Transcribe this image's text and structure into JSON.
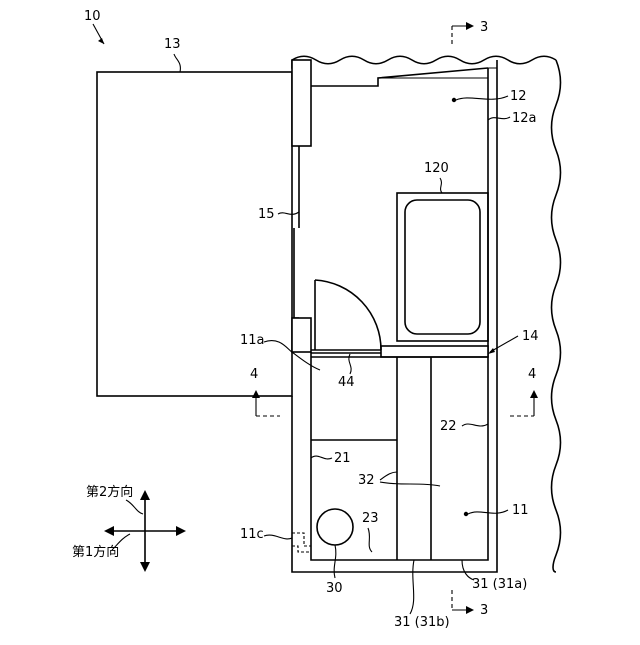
{
  "figure": {
    "ref_10": "10",
    "ref_13": "13",
    "ref_12": "12",
    "ref_12a": "12a",
    "ref_120": "120",
    "ref_15": "15",
    "ref_14": "14",
    "ref_11a": "11a",
    "ref_44": "44",
    "ref_22": "22",
    "ref_21": "21",
    "ref_32": "32",
    "ref_11": "11",
    "ref_11c": "11c",
    "ref_23": "23",
    "ref_30": "30",
    "ref_31_31a": "31 (31a)",
    "ref_31_31b": "31 (31b)",
    "section_3_top": "3",
    "section_3_bottom": "3",
    "section_4_left": "4",
    "section_4_right": "4",
    "dir_second": "第2方向",
    "dir_first": "第1方向"
  }
}
